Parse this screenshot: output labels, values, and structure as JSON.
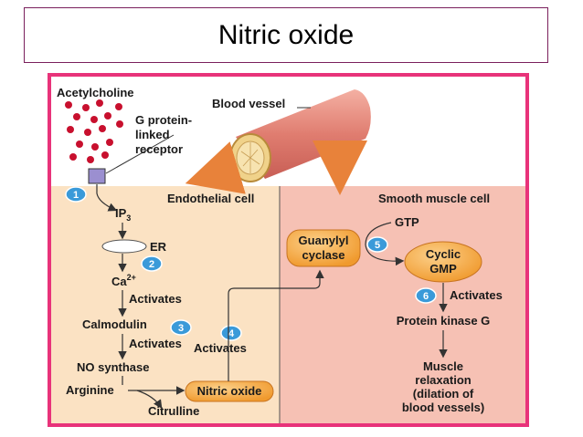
{
  "title": "Nitric oxide",
  "labels": {
    "acetylcholine": "Acetylcholine",
    "blood_vessel": "Blood vessel",
    "receptor_1": "G protein-",
    "receptor_2": "linked",
    "receptor_3": "receptor",
    "endothelial_cell": "Endothelial cell",
    "smooth_muscle_cell": "Smooth muscle cell",
    "ip3": "IP",
    "ip3_sub": "3",
    "er": "ER",
    "ca": "Ca",
    "ca_sup": "2+",
    "activates_1": "Activates",
    "calmodulin": "Calmodulin",
    "activates_2": "Activates",
    "activates_3": "Activates",
    "no_synthase": "NO synthase",
    "arginine": "Arginine",
    "citrulline": "Citrulline",
    "nitric_oxide": "Nitric oxide",
    "guanylyl_1": "Guanylyl",
    "guanylyl_2": "cyclase",
    "gtp": "GTP",
    "cgmp_1": "Cyclic",
    "cgmp_2": "GMP",
    "activates_4": "Activates",
    "pkg": "Protein kinase G",
    "relax_1": "Muscle",
    "relax_2": "relaxation",
    "relax_3": "(dilation of",
    "relax_4": "blood vessels)"
  },
  "steps": [
    "1",
    "2",
    "3",
    "4",
    "5",
    "6"
  ],
  "colors": {
    "frame": "#e8337a",
    "endothelial_bg": "#fbe2c3",
    "smooth_bg": "#f6c1b4",
    "step_badge": "#3a9ad9",
    "ligand": "#c8102e",
    "node_fill": "#f6a23a"
  }
}
